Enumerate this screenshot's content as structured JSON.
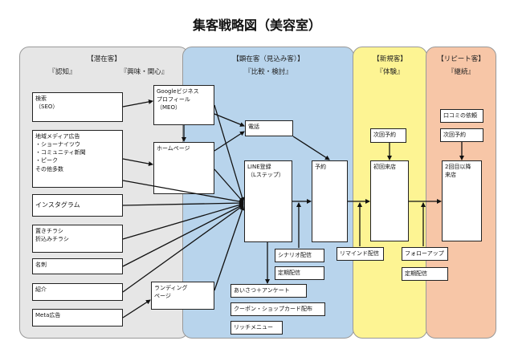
{
  "title": "集客戦略図（美容室）",
  "zones": {
    "potential": {
      "title": "【潜在客】",
      "sub1": "『認知』",
      "sub2": "『興味・関心』",
      "color": "#e6e6e6"
    },
    "apparent": {
      "title": "【顕在客（見込み客）】",
      "sub": "『比較・検討』",
      "color": "#b8d4ec"
    },
    "new_customer": {
      "title": "【新規客】",
      "sub": "『体験』",
      "color": "#fdf493"
    },
    "repeat": {
      "title": "【リピート客】",
      "sub": "『継続』",
      "color": "#f7c6a7"
    }
  },
  "boxes": {
    "search": [
      "検索",
      "（SEO）"
    ],
    "local_media": [
      "地域メディア広告",
      "・ショーナイツウ",
      "・コミュニティ新聞",
      "・ピーク",
      "その他多数"
    ],
    "instagram": [
      "インスタグラム"
    ],
    "flyers": [
      "置きチラシ",
      "折込みチラシ"
    ],
    "business_card": [
      "名刺"
    ],
    "referral": [
      "紹介"
    ],
    "meta_ads": [
      "Meta広告"
    ],
    "google_business": [
      "Googleビジネス",
      "プロフィール",
      "（MEO）"
    ],
    "homepage": [
      "ホームページ"
    ],
    "landing_page": [
      "ランディング",
      "ページ"
    ],
    "phone": [
      "電話"
    ],
    "line": [
      "LINE登録",
      "（Lステップ）"
    ],
    "reservation": [
      "予約"
    ],
    "scenario": [
      "シナリオ配信"
    ],
    "scheduled1": [
      "定期配信"
    ],
    "greeting": [
      "あいさつ＋アンケート"
    ],
    "coupon": [
      "クーポン・ショップカード配布"
    ],
    "rich_menu": [
      "リッチメニュー"
    ],
    "reminder": [
      "リマインド配信"
    ],
    "next_reservation1": [
      "次回予約"
    ],
    "first_visit": [
      "初回来店"
    ],
    "followup": [
      "フォローアップ"
    ],
    "scheduled2": [
      "定期配信"
    ],
    "reviews": [
      "口コミの依頼"
    ],
    "next_reservation2": [
      "次回予約"
    ],
    "second_visit": [
      "2回目以降",
      "来店"
    ]
  }
}
